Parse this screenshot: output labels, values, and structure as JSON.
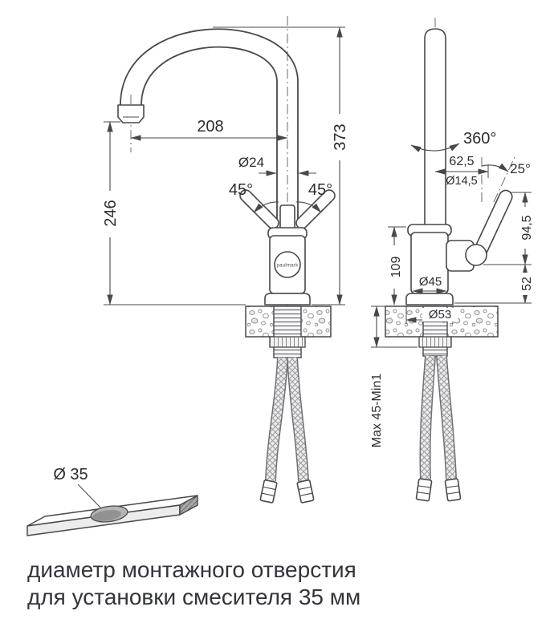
{
  "brand": {
    "logo_text": "paulmark"
  },
  "front_view": {
    "spout_reach": "208",
    "total_height": "373",
    "spout_height": "246",
    "spout_diameter": "Ø24",
    "left_handle_angle": "45°",
    "right_handle_angle": "45°"
  },
  "side_view": {
    "swivel_angle": "360°",
    "handle_offset": "62,5",
    "handle_diameter": "Ø14,5",
    "handle_tilt": "25°",
    "handle_height": "94,5",
    "hub_height": "52",
    "body_height": "109",
    "body_diameter": "Ø45",
    "base_diameter": "Ø53",
    "mounting_range": "Max 45-Min1"
  },
  "hole_detail": {
    "hole_diameter": "Ø 35"
  },
  "caption": {
    "line1": "диаметр монтажного отверстия",
    "line2": "для установки смесителя 35 мм"
  }
}
